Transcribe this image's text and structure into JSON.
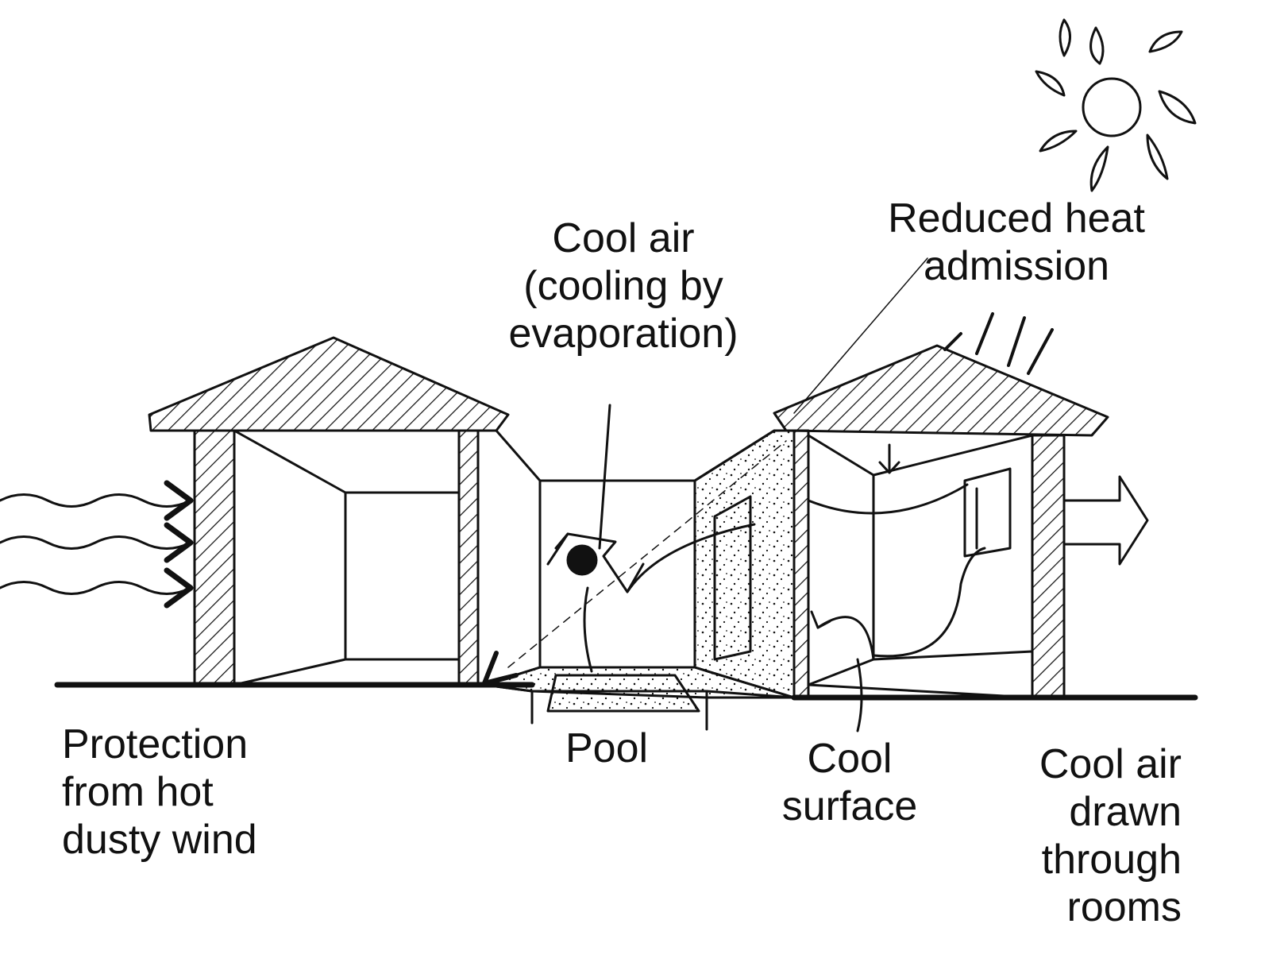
{
  "labels": {
    "cool_air": [
      "Cool air",
      "(cooling by",
      "evaporation)"
    ],
    "reduced_heat": [
      "Reduced heat",
      "admission"
    ],
    "protection": [
      "Protection",
      "from hot",
      "dusty wind"
    ],
    "pool": "Pool",
    "cool_surface": [
      "Cool",
      "surface"
    ],
    "cool_air_drawn": [
      "Cool air",
      "drawn",
      "through",
      "rooms"
    ]
  },
  "colors": {
    "ink": "#111111",
    "paper": "#ffffff"
  }
}
